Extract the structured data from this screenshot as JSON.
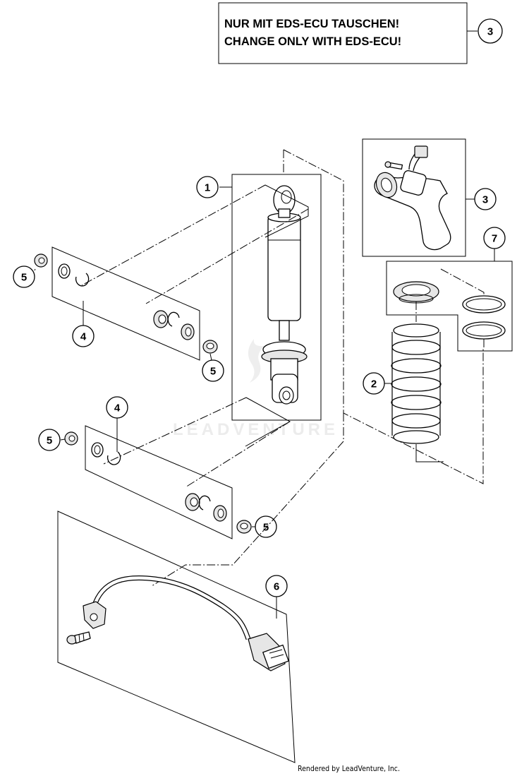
{
  "note": {
    "line1": "NUR MIT EDS-ECU TAUSCHEN!",
    "line2": "CHANGE ONLY WITH EDS-ECU!",
    "callout": "3"
  },
  "callouts": {
    "c1": "1",
    "c2": "2",
    "c3": "3",
    "c4a": "4",
    "c4b": "4",
    "c5a": "5",
    "c5b": "5",
    "c5c": "5",
    "c5d": "5",
    "c6": "6",
    "c7": "7"
  },
  "watermark": "LEADVENTURE",
  "credit": "Rendered by LeadVenture, Inc."
}
